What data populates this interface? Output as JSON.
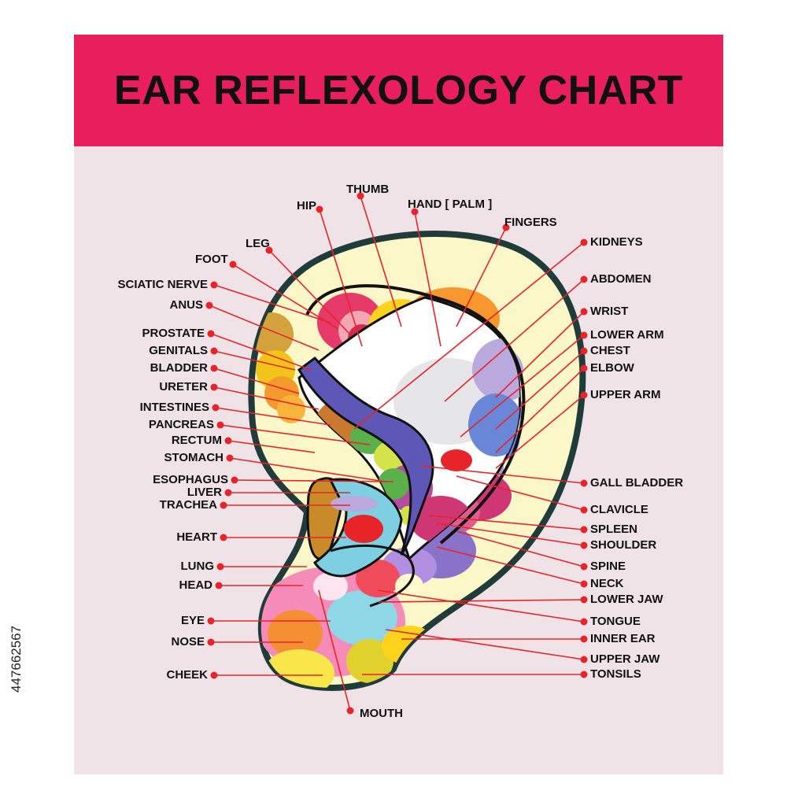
{
  "title": "EAR REFLEXOLOGY CHART",
  "stock_id": "447662567",
  "colors": {
    "header": "#e81f5c",
    "background": "#efe3e8",
    "leader_line": "#e8242b",
    "dot": "#e8242b",
    "outline": "#1f3b3a",
    "helix": "#fbf7c9"
  },
  "labels_left": [
    "SCIATIC NERVE",
    "ANUS",
    "PROSTATE",
    "GENITALS",
    "BLADDER",
    "URETER",
    "INTESTINES",
    "PANCREAS",
    "RECTUM",
    "STOMACH",
    "ESOPHAGUS",
    "LIVER",
    "TRACHEA",
    "HEART",
    "LUNG",
    "HEAD",
    "EYE",
    "NOSE",
    "CHEEK"
  ],
  "labels_right": [
    "KIDNEYS",
    "ABDOMEN",
    "WRIST",
    "LOWER ARM",
    "CHEST",
    "ELBOW",
    "UPPER ARM",
    "GALL BLADDER",
    "CLAVICLE",
    "SPLEEN",
    "SHOULDER",
    "SPINE",
    "NECK",
    "LOWER JAW",
    "TONGUE",
    "INNER EAR",
    "UPPER JAW",
    "TONSILS"
  ],
  "labels_top": [
    "FOOT",
    "LEG",
    "HIP",
    "THUMB",
    "HAND [ PALM ]",
    "FINGERS"
  ],
  "labels_bottom": [
    "MOUTH"
  ]
}
